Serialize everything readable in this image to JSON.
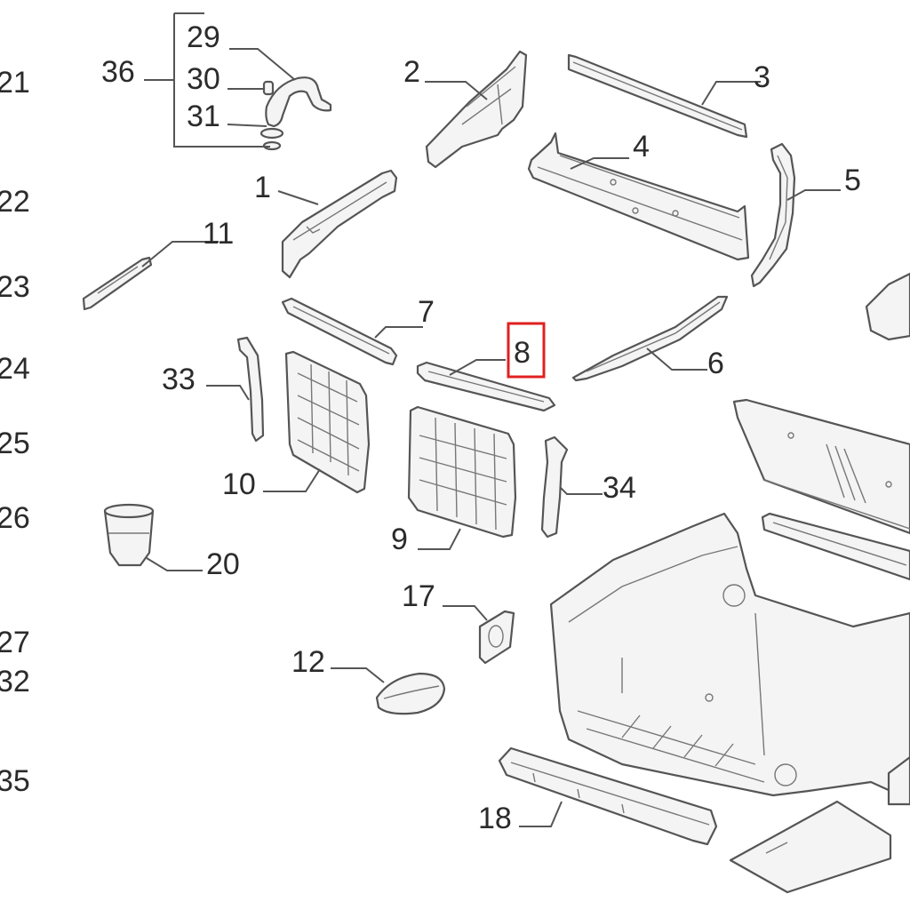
{
  "diagram": {
    "callouts": [
      "1",
      "2",
      "3",
      "4",
      "5",
      "6",
      "7",
      "8",
      "9",
      "10",
      "11",
      "12",
      "17",
      "18",
      "20",
      "29",
      "30",
      "31",
      "33",
      "34",
      "36"
    ],
    "margin_numbers": [
      "21",
      "22",
      "23",
      "24",
      "25",
      "26",
      "27",
      "32",
      "35"
    ],
    "highlighted_callout": "8",
    "colors": {
      "line": "#555555",
      "text": "#2b2b2b",
      "highlight": "#e02020",
      "part_fill": "#f4f4f4"
    }
  }
}
